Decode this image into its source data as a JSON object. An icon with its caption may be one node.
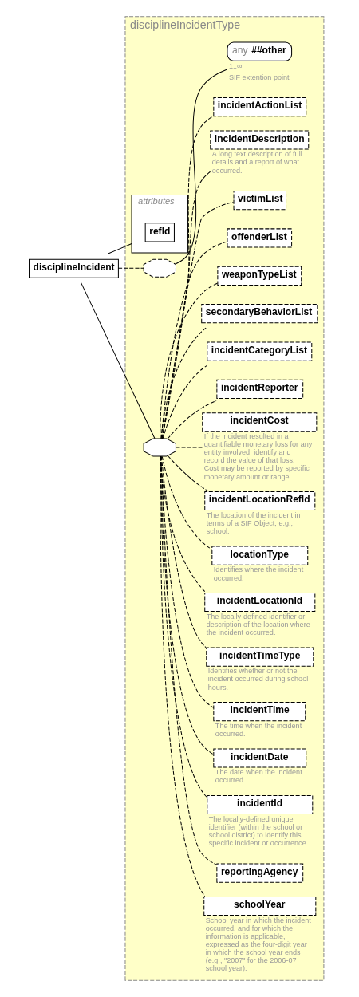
{
  "diagram": {
    "nodes": [
      {
        "text": [
          "disciplineIncident"
        ]
      },
      {
        "text": [
          "disciplineIncidentType"
        ]
      },
      {
        "text": [
          "attributes"
        ],
        "in": 1
      },
      {
        "text": [
          "refId"
        ],
        "in": 2
      },
      {
        "text": [],
        "shape": "octagon",
        "in": 1
      },
      {
        "text": [
          "any",
          "##other"
        ],
        "beside": [
          "1..∞",
          "SIF extention point"
        ],
        "in": 1
      },
      {
        "text": [],
        "shape": "octagon",
        "in": 1
      },
      {
        "text": [
          "schoolYear"
        ],
        "beside": [
          "School year in which the incident occurred, and for which the information is applicable, expressed as the four-digit year in which the school year ends (e.g., \"2007\" for the 2006-07 school year)."
        ],
        "in": 1
      },
      {
        "text": [
          "reportingAgency"
        ],
        "in": 1
      },
      {
        "text": [
          "incidentId"
        ],
        "beside": [
          "The locally-defined unique identifier (within the school or school district) to identify this specific incident or occurrence."
        ],
        "in": 1
      },
      {
        "text": [
          "incidentDate"
        ],
        "beside": [
          "The date when the incident occurred."
        ],
        "in": 1
      },
      {
        "text": [
          "incidentTime"
        ],
        "beside": [
          "The time when the incident occurred."
        ],
        "in": 1
      },
      {
        "text": [
          "incidentTimeType"
        ],
        "beside": [
          "Identifies whether or not the incident occurred during school hours."
        ],
        "in": 1
      },
      {
        "text": [
          "incidentLocationId"
        ],
        "beside": [
          "The locally-defined identifier or description of the location where the incident occurred."
        ],
        "in": 1
      },
      {
        "text": [
          "locationType"
        ],
        "beside": [
          "Identifies where the incident occurred."
        ],
        "in": 1
      },
      {
        "text": [
          "incidentLocationRefId"
        ],
        "beside": [
          "The location of the incident in terms of a SIF Object, e.g., school."
        ],
        "in": 1
      },
      {
        "text": [
          "incidentCost"
        ],
        "beside": [
          "If the incident resulted in a quantifiable monetary loss for any entity involved, identify and record the value of that loss. Cost may be reported by specific monetary amount or range."
        ],
        "in": 1
      },
      {
        "text": [
          "incidentReporter"
        ],
        "in": 1
      },
      {
        "text": [
          "incidentCategoryList"
        ],
        "in": 1
      },
      {
        "text": [
          "secondaryBehaviorList"
        ],
        "in": 1
      },
      {
        "text": [
          "weaponTypeList"
        ],
        "in": 1
      },
      {
        "text": [
          "offenderList"
        ],
        "in": 1
      },
      {
        "text": [
          "victimList"
        ],
        "in": 1
      },
      {
        "text": [
          "incidentDescription"
        ],
        "beside": [
          "A long text description of full details and a report of what occurred."
        ],
        "in": 1
      },
      {
        "text": [
          "incidentActionList"
        ],
        "in": 1
      }
    ],
    "edges": [
      {
        "from": 0,
        "to": 2,
        "arrow": "none"
      },
      {
        "from": 0,
        "to": 4,
        "arrow": "none",
        "style": "dashed"
      },
      {
        "from": 4,
        "to": 5,
        "arrow": "none"
      },
      {
        "from": 0,
        "to": 6,
        "arrow": "none"
      },
      {
        "from": 6,
        "to": 7,
        "arrow": "none",
        "style": "dashed"
      },
      {
        "from": 6,
        "to": 8,
        "arrow": "none",
        "style": "dashed"
      },
      {
        "from": 6,
        "to": 9,
        "arrow": "none",
        "style": "dashed"
      },
      {
        "from": 6,
        "to": 10,
        "arrow": "none",
        "style": "dashed"
      },
      {
        "from": 6,
        "to": 11,
        "arrow": "none",
        "style": "dashed"
      },
      {
        "from": 6,
        "to": 12,
        "arrow": "none",
        "style": "dashed"
      },
      {
        "from": 6,
        "to": 13,
        "arrow": "none",
        "style": "dashed"
      },
      {
        "from": 6,
        "to": 14,
        "arrow": "none",
        "style": "dashed"
      },
      {
        "from": 6,
        "to": 15,
        "arrow": "none",
        "style": "dashed"
      },
      {
        "from": 6,
        "to": 16,
        "arrow": "none",
        "style": "dashed"
      },
      {
        "from": 6,
        "to": 17,
        "arrow": "none",
        "style": "dashed"
      },
      {
        "from": 6,
        "to": 18,
        "arrow": "none",
        "style": "dashed"
      },
      {
        "from": 6,
        "to": 19,
        "arrow": "none",
        "style": "dashed"
      },
      {
        "from": 6,
        "to": 20,
        "arrow": "none",
        "style": "dashed"
      },
      {
        "from": 6,
        "to": 21,
        "arrow": "none",
        "style": "dashed"
      },
      {
        "from": 6,
        "to": 22,
        "arrow": "none",
        "style": "dashed"
      },
      {
        "from": 6,
        "to": 23,
        "arrow": "none",
        "style": "dashed"
      },
      {
        "from": 6,
        "to": 24,
        "arrow": "none",
        "style": "dashed"
      }
    ]
  }
}
